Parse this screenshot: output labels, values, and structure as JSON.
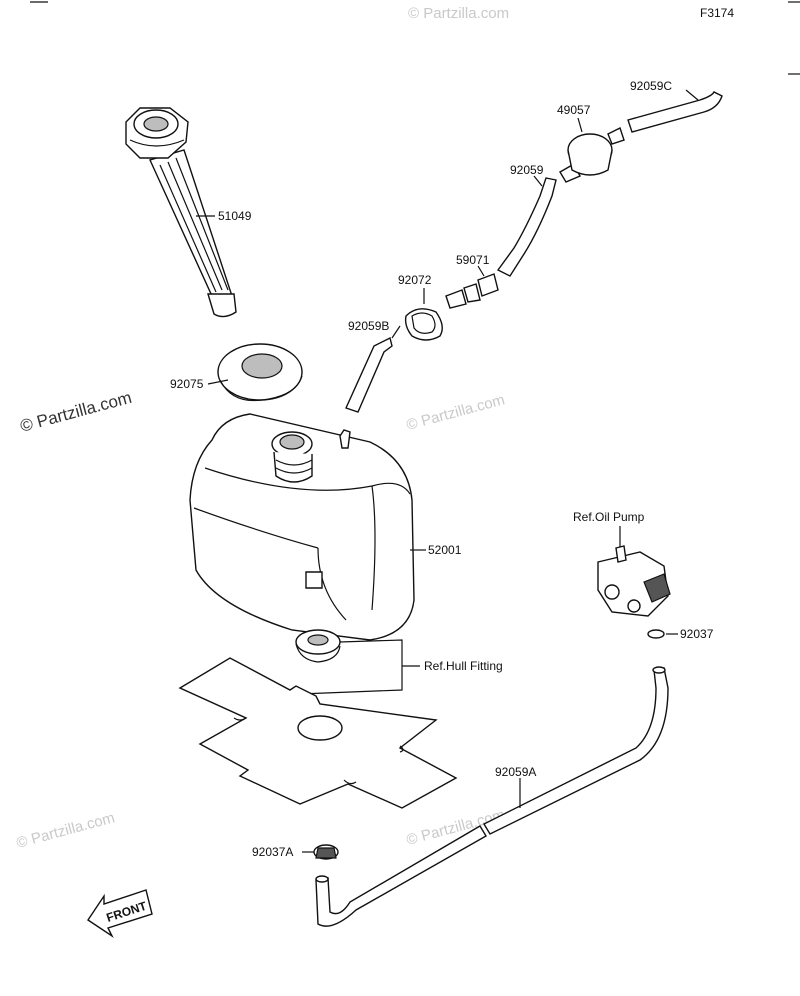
{
  "diagram_code": "F3174",
  "watermark_text": "© Partzilla.com",
  "front_label": "FRONT",
  "parts": {
    "filler_cap": "51049",
    "grommet": "92075",
    "fuel_tank": "52001",
    "tube_b": "92059B",
    "clamp": "92072",
    "joint": "59071",
    "tube": "92059",
    "filter": "49057",
    "tube_c": "92059C",
    "clip": "92037",
    "clip_a": "92037A",
    "tube_a": "92059A"
  },
  "refs": {
    "oil_pump": "Ref.Oil Pump",
    "hull_fitting": "Ref.Hull Fitting"
  }
}
